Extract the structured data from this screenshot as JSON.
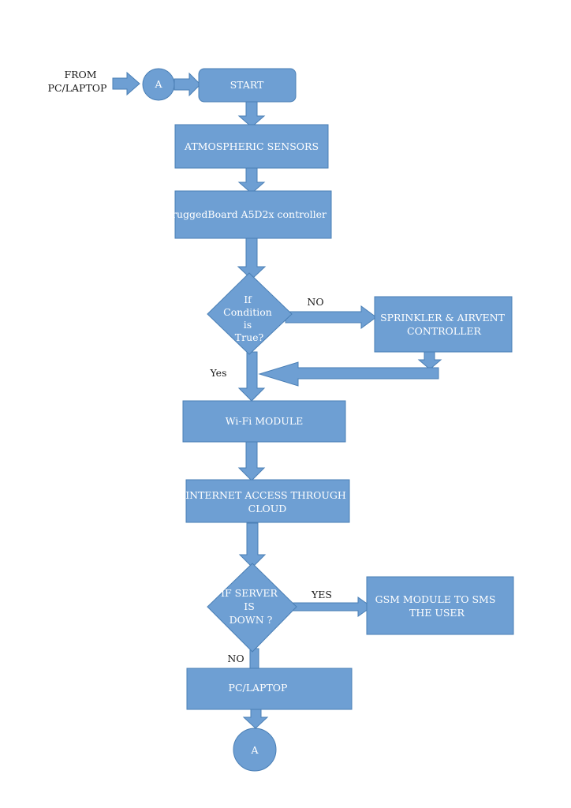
{
  "colors": {
    "fill": "#6e9fd3",
    "stroke": "#4a7fb5",
    "node_text": "#ffffff",
    "label_text": "#1a1a1a"
  },
  "source_label": [
    "FROM",
    "PC/LAPTOP"
  ],
  "connector_label": "A",
  "nodes": {
    "start": [
      "START"
    ],
    "sensors": [
      "ATMOSPHERIC SENSORS"
    ],
    "controller": [
      "ruggedBoard A5D2x controller"
    ],
    "condition": [
      "If",
      "Condition",
      "is",
      "True?"
    ],
    "sprinkler": [
      "SPRINKLER & AIRVENT",
      "CONTROLLER"
    ],
    "wifi": [
      "Wi-Fi MODULE"
    ],
    "internet": [
      "INTERNET ACCESS THROUGH",
      "CLOUD"
    ],
    "server": [
      "IF SERVER",
      "IS",
      "DOWN ?"
    ],
    "gsm": [
      "GSM MODULE TO SMS",
      "THE USER"
    ],
    "pc": [
      "PC/LAPTOP"
    ]
  },
  "edge_labels": {
    "condition_no": "NO",
    "condition_yes": "Yes",
    "server_yes": "YES",
    "server_no": "NO"
  }
}
